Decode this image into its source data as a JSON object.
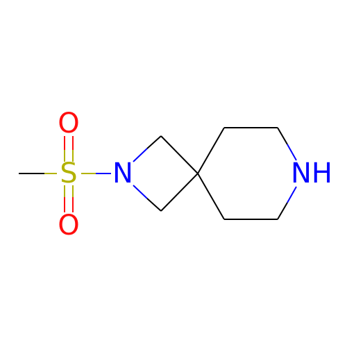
{
  "atoms": {
    "o_top": {
      "label": "O",
      "color": "#FF0D0D"
    },
    "s": {
      "label": "S",
      "color": "#B2B200"
    },
    "n_azetidine": {
      "label": "N",
      "color": "#0000FF"
    },
    "o_bottom": {
      "label": "O",
      "color": "#FF0D0D"
    },
    "nh_piperidine": {
      "label": "NH",
      "color": "#0000FF"
    }
  },
  "colors": {
    "carbon_bond": "#000000",
    "background": "#FFFFFF"
  }
}
